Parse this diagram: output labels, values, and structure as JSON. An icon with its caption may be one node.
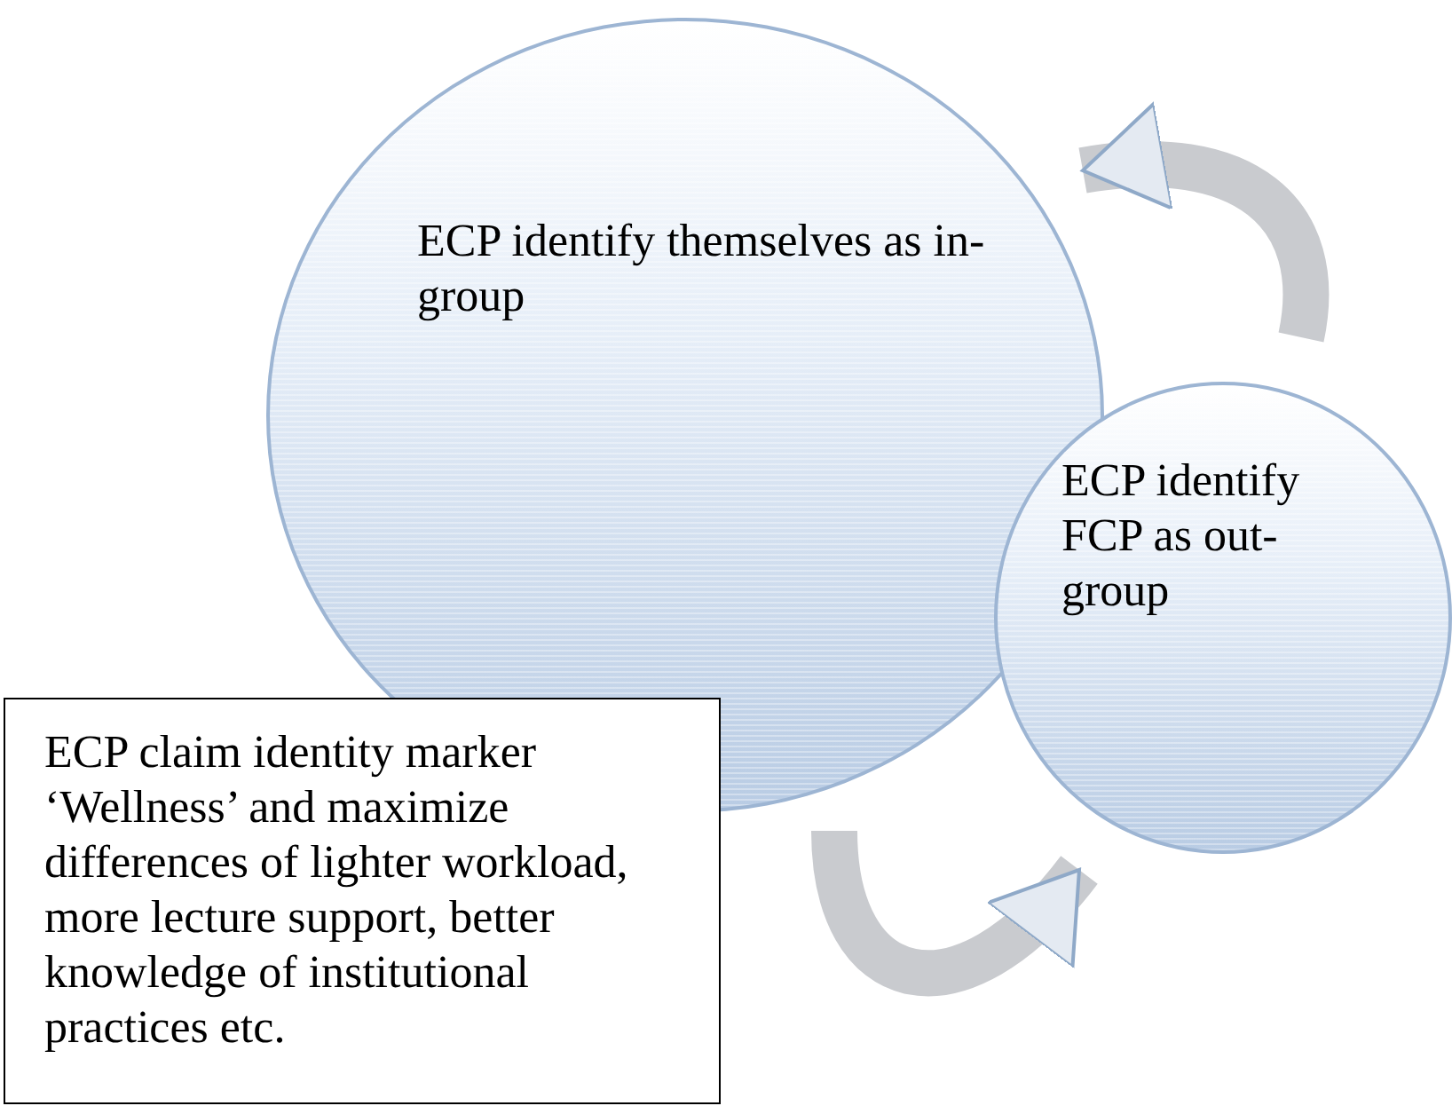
{
  "diagram": {
    "nodes": [
      {
        "text": [
          "ECP identify themselves as in-group"
        ]
      },
      {
        "text": [
          "ECP identify FCP as out-group"
        ]
      },
      {
        "text": [
          "ECP claim identity marker ‘Wellness’ and maximize differences of lighter workload, more lecture support, better knowledge of institutional practices etc."
        ]
      }
    ],
    "edges": [
      {
        "from": 1,
        "to": 0,
        "arrow": "to"
      },
      {
        "from": 0,
        "to": 1,
        "arrow": "to"
      }
    ]
  }
}
